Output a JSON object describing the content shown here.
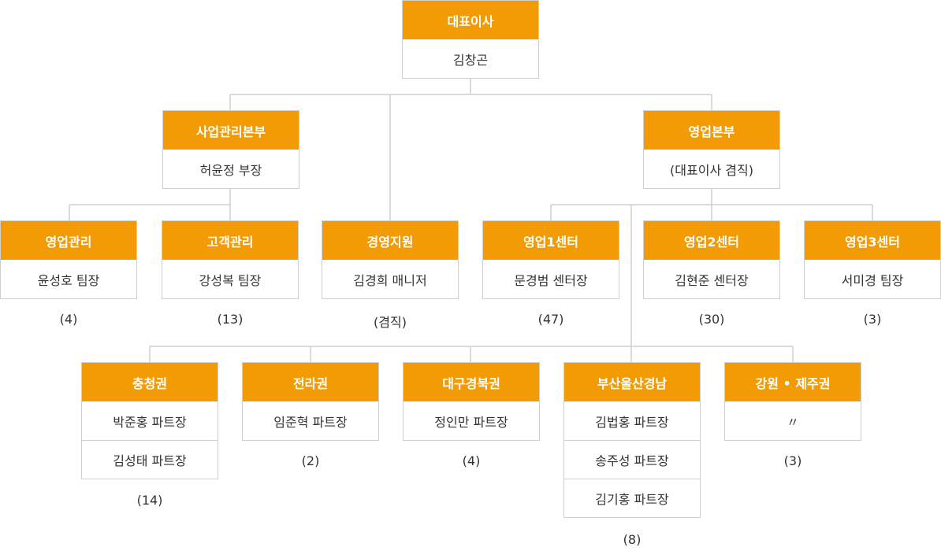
{
  "ceo": {
    "title": "대표이사",
    "name": "김창곤"
  },
  "business_hq": {
    "title": "사업관리본부",
    "name": "허윤정 부장"
  },
  "sales_hq": {
    "title": "영업본부",
    "name": "(대표이사 겸직)"
  },
  "teams": [
    {
      "title": "영업관리",
      "name": "윤성호 팀장",
      "count": "(4)"
    },
    {
      "title": "고객관리",
      "name": "강성복 팀장",
      "count": "(13)"
    },
    {
      "title": "경영지원",
      "name": "김경희 매니저",
      "count": "(겸직)"
    },
    {
      "title": "영업1센터",
      "name": "문경범 센터장",
      "count": "(47)"
    },
    {
      "title": "영업2센터",
      "name": "김현준 센터장",
      "count": "(30)"
    },
    {
      "title": "영업3센터",
      "name": "서미경 팀장",
      "count": "(3)"
    }
  ],
  "regions": [
    {
      "title": "충청권",
      "names": [
        "박준홍 파트장",
        "김성태 파트장"
      ],
      "count": "(14)"
    },
    {
      "title": "전라권",
      "names": [
        "임준혁 파트장"
      ],
      "count": "(2)"
    },
    {
      "title": "대구경북권",
      "names": [
        "정인만 파트장"
      ],
      "count": "(4)"
    },
    {
      "title": "부산울산경남",
      "names": [
        "김법홍 파트장",
        "송주성 파트장",
        "김기홍 파트장"
      ],
      "count": "(8)"
    },
    {
      "title": "강원 • 제주권",
      "names": [
        "〃"
      ],
      "count": "(3)"
    }
  ],
  "colors": {
    "header": "#f29b05",
    "line": "#cfcfcf"
  }
}
